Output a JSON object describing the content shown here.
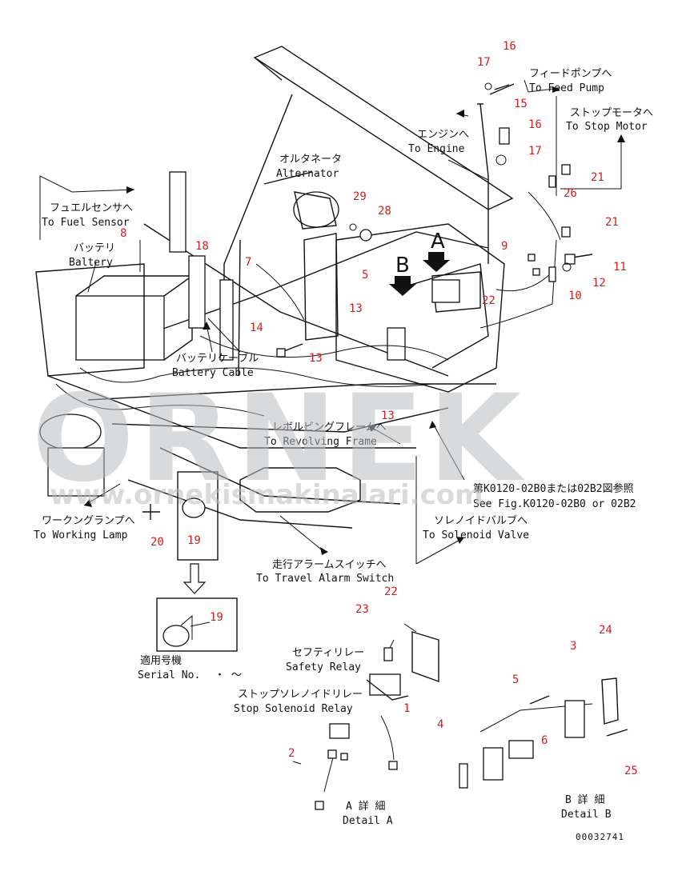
{
  "watermark": {
    "brand": "ORNEK",
    "url": "www.ornekismakinalari.com",
    "color": "#b9bcc0"
  },
  "labels": {
    "feed_pump_jp": "フィードポンプへ",
    "feed_pump_en": "To Feed Pump",
    "stop_motor_jp": "ストップモータへ",
    "stop_motor_en": "To Stop Motor",
    "engine_jp": "エンジンへ",
    "engine_en": "To Engine",
    "alternator_jp": "オルタネータ",
    "alternator_en": "Alternator",
    "fuel_sensor_jp": "フュエルセンサへ",
    "fuel_sensor_en": "To Fuel Sensor",
    "battery_jp": "バッテリ",
    "battery_en": "Baltery",
    "battery_cable_jp": "バッテリケーブル",
    "battery_cable_en": "Battery Cable",
    "revolving_frame_jp": "レボルビングフレームへ",
    "revolving_frame_en": "To Revolving Frame",
    "see_fig_jp": "第K0120-02B0または02B2図参照",
    "see_fig_en": "See Fig.K0120-02B0 or 02B2",
    "solenoid_valve_jp": "ソレノイドバルブへ",
    "solenoid_valve_en": "To Solenoid Valve",
    "working_lamp_jp": "ワークングランプへ",
    "working_lamp_en": "To Working Lamp",
    "travel_alarm_jp": "走行アラームスイッチへ",
    "travel_alarm_en": "To Travel Alarm Switch",
    "serial_jp": "適用号機",
    "serial_en": "Serial No.",
    "serial_range": "・ ～",
    "safety_relay_jp": "セフティリレー",
    "safety_relay_en": "Safety Relay",
    "stop_solenoid_jp": "ストップソレノイドリレー",
    "stop_solenoid_en": "Stop Solenoid Relay",
    "detail_a_jp": "A 詳 細",
    "detail_a_en": "Detail A",
    "detail_b_jp": "B 詳 細",
    "detail_b_en": "Detail B",
    "drawing_no": "00032741",
    "arrow_a": "A",
    "arrow_b": "B"
  },
  "callouts": {
    "n16a": "16",
    "n17a": "17",
    "n15": "15",
    "n16b": "16",
    "n17b": "17",
    "n26": "26",
    "n21a": "21",
    "n21b": "21",
    "n11": "11",
    "n12": "12",
    "n10": "10",
    "n9": "9",
    "n29": "29",
    "n28": "28",
    "n8": "8",
    "n18": "18",
    "n7": "7",
    "n5": "5",
    "n13a": "13",
    "n13b": "13",
    "n13c": "13",
    "n14": "14",
    "n22a": "22",
    "n20": "20",
    "n19a": "19",
    "n19b": "19",
    "n22b": "22",
    "n23": "23",
    "n1": "1",
    "n2": "2",
    "n3": "3",
    "n24": "24",
    "n5b": "5",
    "n6": "6",
    "n4": "4",
    "n25": "25"
  }
}
